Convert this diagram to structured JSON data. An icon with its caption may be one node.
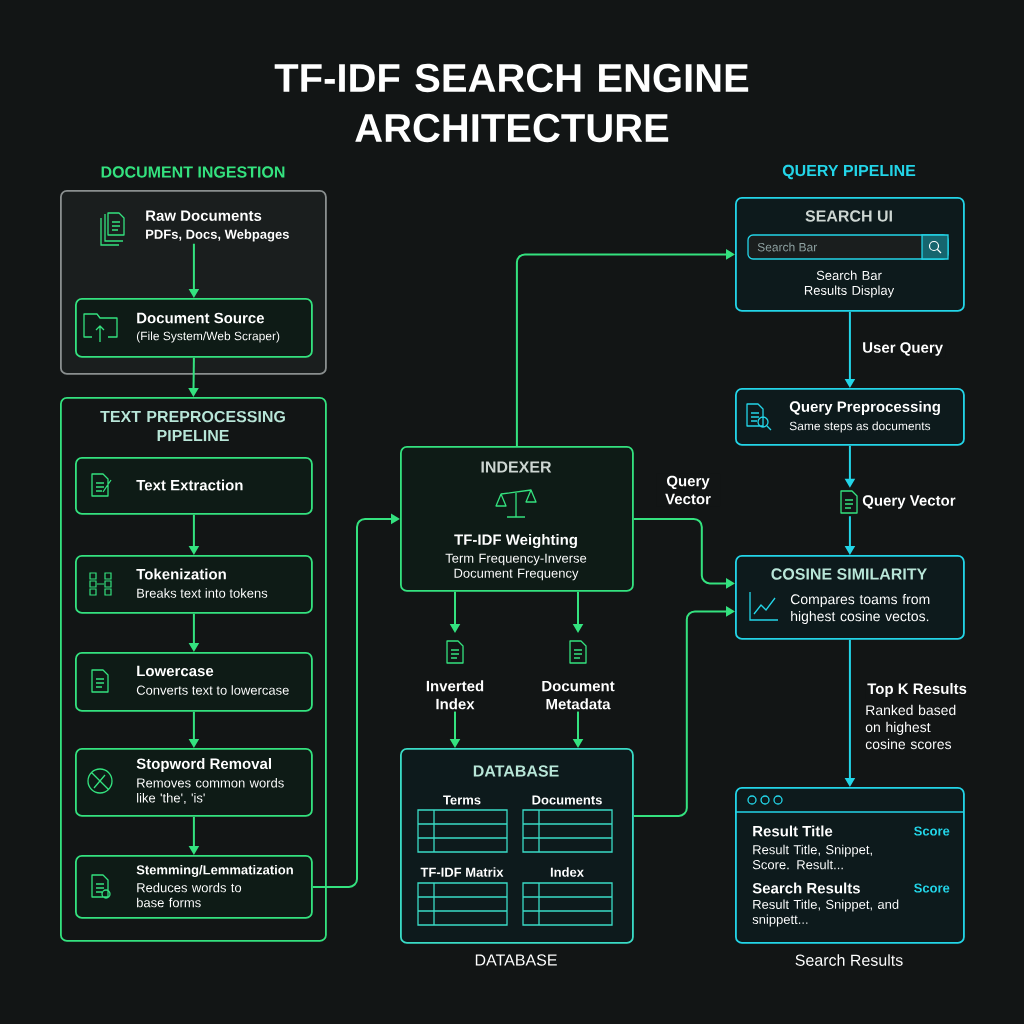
{
  "diagram": {
    "title": "TF-IDF SEARCH ENGINE ARCHITECTURE",
    "nodes": [
      {
        "text": [
          "DOCUMENT INGESTION"
        ]
      },
      {
        "text": [
          "Raw Documents",
          "PDFs, Docs, Webpages"
        ],
        "in": 0
      },
      {
        "text": [
          "Document Source",
          "(File System/Web Scraper)"
        ],
        "in": 0
      },
      {
        "text": [
          "TEXT PREPROCESSING PIPELINE"
        ]
      },
      {
        "text": [
          "Text Extraction"
        ],
        "in": 3
      },
      {
        "text": [
          "Tokenization",
          "Breaks text into tokens"
        ],
        "in": 3
      },
      {
        "text": [
          "Lowercase",
          "Converts text to lowercase"
        ],
        "in": 3
      },
      {
        "text": [
          "Stopword Removal",
          "Removes common words like 'the', 'is'"
        ],
        "in": 3
      },
      {
        "text": [
          "Stemming/Lemmatization",
          "Reduces words to base forms"
        ],
        "in": 3
      },
      {
        "text": [
          "INDEXER",
          "TF-IDF Weighting",
          "Term Frequency-Inverse Document Frequency"
        ]
      },
      {
        "text": [
          "Inverted Index"
        ]
      },
      {
        "text": [
          "Document Metadata"
        ]
      },
      {
        "text": [
          "DATABASE"
        ],
        "beside": [
          "DATABASE"
        ]
      },
      {
        "text": [
          "SEARCH UI",
          "Search Bar",
          "Search Bar Results Display"
        ]
      },
      {
        "text": [
          "Query Preprocessing",
          "Same steps as documents"
        ]
      },
      {
        "text": [
          "Query Vector"
        ]
      },
      {
        "text": [
          "COSINE SIMILARITY",
          "Compares toams from highest cosine vectos."
        ]
      },
      {
        "text": [
          "Result Title",
          "Score",
          "Result Title, Snippet, Score. Result...",
          "Search Results",
          "Score",
          "Result Title, Snippet, and snippett..."
        ],
        "beside": [
          "Search Results"
        ]
      }
    ],
    "edges": [
      {
        "from": 1,
        "to": 2,
        "arrow": "to"
      },
      {
        "from": 2,
        "to": 3,
        "arrow": "to"
      },
      {
        "from": 4,
        "to": 5,
        "arrow": "to"
      },
      {
        "from": 5,
        "to": 6,
        "arrow": "to"
      },
      {
        "from": 6,
        "to": 7,
        "arrow": "to"
      },
      {
        "from": 7,
        "to": 8,
        "arrow": "to"
      },
      {
        "from": 8,
        "to": 9,
        "arrow": "to"
      },
      {
        "from": 9,
        "to": 13,
        "arrow": "to"
      },
      {
        "from": 9,
        "to": 16,
        "arrow": "to",
        "label": "Query Vector"
      },
      {
        "from": 9,
        "to": 10,
        "arrow": "to"
      },
      {
        "from": 9,
        "to": 11,
        "arrow": "to"
      },
      {
        "from": 10,
        "to": 12,
        "arrow": "to"
      },
      {
        "from": 11,
        "to": 12,
        "arrow": "to"
      },
      {
        "from": 12,
        "to": 16,
        "arrow": "to"
      },
      {
        "from": 13,
        "to": 14,
        "arrow": "to",
        "label": "User Query",
        "color": "#23d5e8"
      },
      {
        "from": 14,
        "to": 15,
        "arrow": "to",
        "color": "#23d5e8"
      },
      {
        "from": 15,
        "to": 16,
        "arrow": "to",
        "color": "#23d5e8"
      },
      {
        "from": 16,
        "to": 17,
        "arrow": "to",
        "label": "Top K Results",
        "color": "#23d5e8"
      }
    ],
    "labels": [
      "QUERY PIPELINE",
      "Terms",
      "Documents",
      "TF-IDF Matrix",
      "Index",
      "Ranked based on highest cosine scores"
    ]
  }
}
